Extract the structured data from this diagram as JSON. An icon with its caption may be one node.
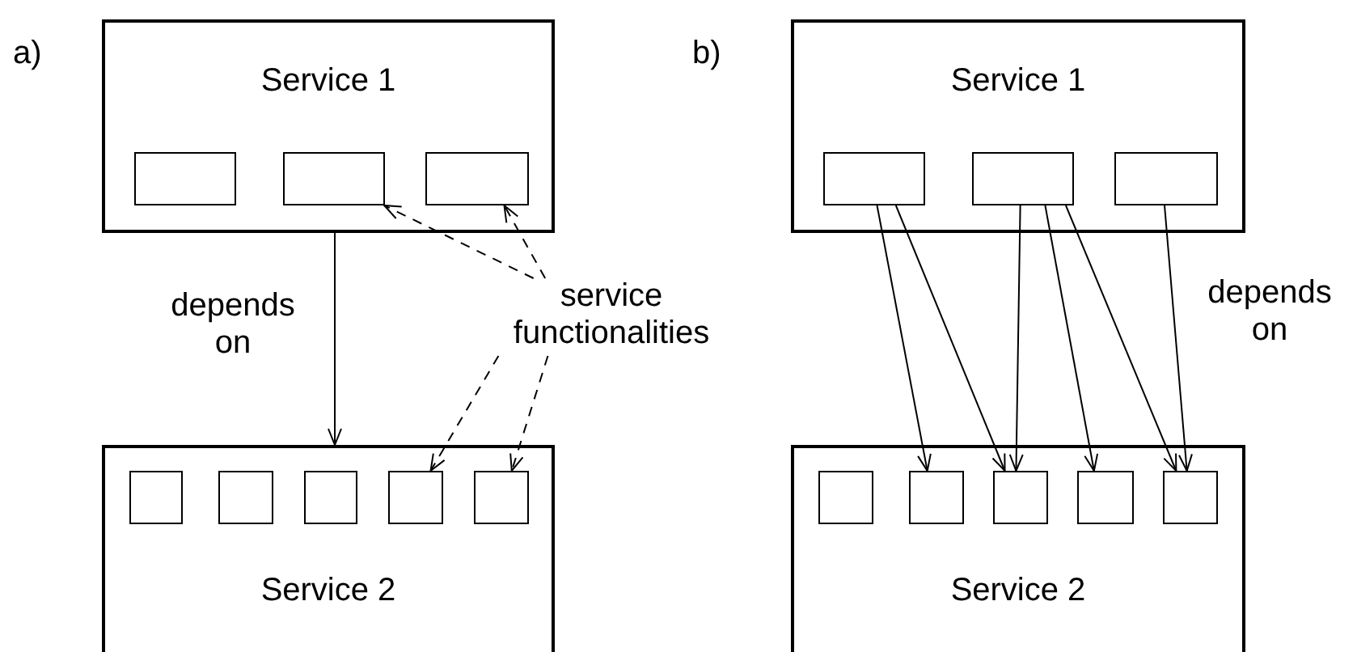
{
  "diagram": {
    "nodes": [
      {
        "text": [
          "Service 1"
        ]
      },
      {
        "text": [],
        "shape": "box",
        "in": 0
      },
      {
        "text": [],
        "shape": "box",
        "in": 0
      },
      {
        "text": [],
        "shape": "box",
        "in": 0
      },
      {
        "text": [
          "Service 2"
        ]
      },
      {
        "text": [],
        "shape": "box",
        "in": 4
      },
      {
        "text": [],
        "shape": "box",
        "in": 4
      },
      {
        "text": [],
        "shape": "box",
        "in": 4
      },
      {
        "text": [],
        "shape": "box",
        "in": 4
      },
      {
        "text": [],
        "shape": "box",
        "in": 4
      },
      {
        "text": [
          "service functionalities"
        ]
      },
      {
        "text": [
          "Service 1"
        ]
      },
      {
        "text": [],
        "shape": "box",
        "in": 11
      },
      {
        "text": [],
        "shape": "box",
        "in": 11
      },
      {
        "text": [],
        "shape": "box",
        "in": 11
      },
      {
        "text": [
          "Service 2"
        ]
      },
      {
        "text": [],
        "shape": "box",
        "in": 15
      },
      {
        "text": [],
        "shape": "box",
        "in": 15
      },
      {
        "text": [],
        "shape": "box",
        "in": 15
      },
      {
        "text": [],
        "shape": "box",
        "in": 15
      },
      {
        "text": [],
        "shape": "box",
        "in": 15
      }
    ],
    "edges": [
      {
        "from": 0,
        "to": 4,
        "arrow": "to",
        "label": "depends on"
      },
      {
        "from": 10,
        "to": 2,
        "arrow": "to",
        "style": "dashed"
      },
      {
        "from": 10,
        "to": 3,
        "arrow": "to",
        "style": "dashed"
      },
      {
        "from": 10,
        "to": 8,
        "arrow": "to",
        "style": "dashed"
      },
      {
        "from": 10,
        "to": 9,
        "arrow": "to",
        "style": "dashed"
      },
      {
        "from": 12,
        "to": 17,
        "arrow": "to"
      },
      {
        "from": 12,
        "to": 18,
        "arrow": "to"
      },
      {
        "from": 13,
        "to": 18,
        "arrow": "to"
      },
      {
        "from": 13,
        "to": 19,
        "arrow": "to"
      },
      {
        "from": 13,
        "to": 20,
        "arrow": "to"
      },
      {
        "from": 14,
        "to": 20,
        "arrow": "to"
      }
    ],
    "labels": [
      "a)",
      "b)",
      "depends on"
    ]
  }
}
